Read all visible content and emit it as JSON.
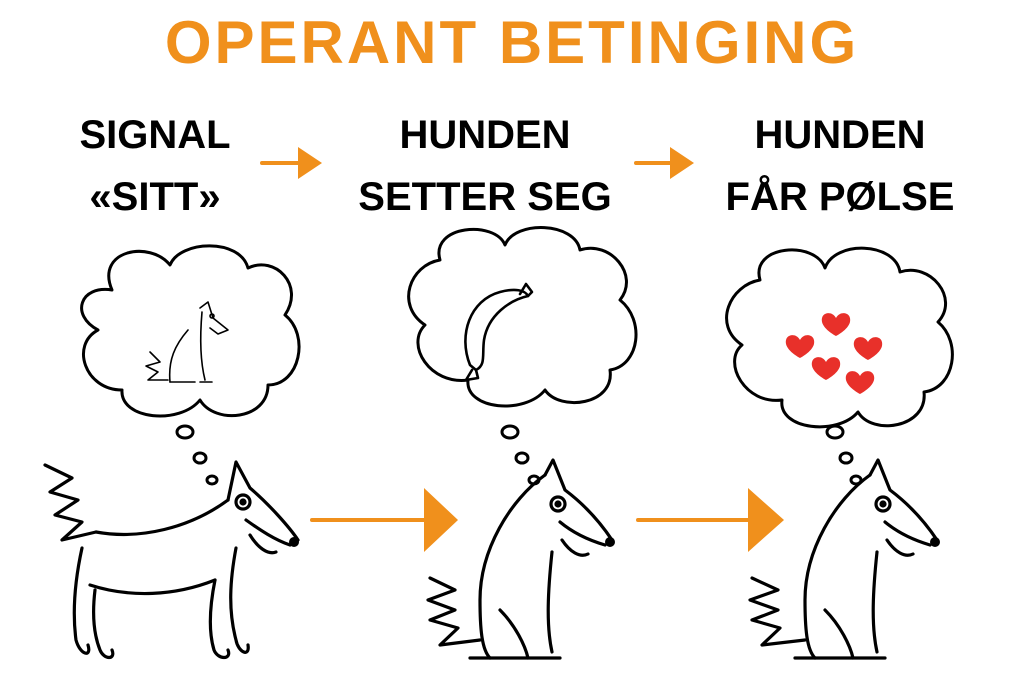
{
  "title": "OPERANT BETINGING",
  "colors": {
    "accent": "#f0901c",
    "heart": "#e8302a",
    "ink": "#000000"
  },
  "steps": [
    {
      "line1": "SIGNAL",
      "line2": "«SITT»",
      "thought_icon": "sitting-dog-icon"
    },
    {
      "line1": "HUNDEN",
      "line2": "SETTER SEG",
      "thought_icon": "sausage-icon"
    },
    {
      "line1": "HUNDEN",
      "line2": "FÅR PØLSE",
      "thought_icon": "hearts-icon"
    }
  ]
}
